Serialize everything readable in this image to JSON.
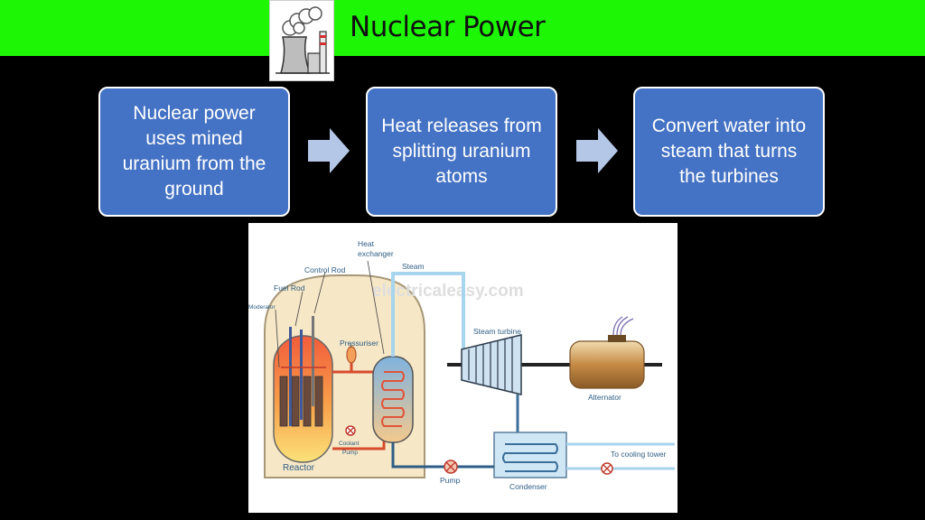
{
  "header": {
    "title": "Nuclear Power",
    "background_color": "#1df706",
    "logo_icon": "power-plant-cooling-tower-icon"
  },
  "steps": [
    {
      "text": "Nuclear power uses mined uranium from the ground"
    },
    {
      "text": "Heat releases from splitting uranium atoms"
    },
    {
      "text": "Convert water into steam that turns the turbines"
    }
  ],
  "step_color": "#4472c4",
  "arrow_color": "#b4c7e7",
  "diagram": {
    "watermark": "electricaleasy.com",
    "labels": {
      "heat_exchanger_line1": "Heat",
      "heat_exchanger_line2": "exchanger",
      "steam": "Steam",
      "control_rod": "Control Rod",
      "fuel_rod": "Fuel Rod",
      "moderator": "Moderator",
      "pressuriser": "Pressuriser",
      "steam_turbine": "Steam turbine",
      "alternator": "Alternator",
      "coolant_pump_line1": "Coolant",
      "coolant_pump_line2": "Pump",
      "reactor": "Reactor",
      "pump": "Pump",
      "to_cooling_tower": "To cooling tower",
      "condenser": "Condenser"
    }
  }
}
